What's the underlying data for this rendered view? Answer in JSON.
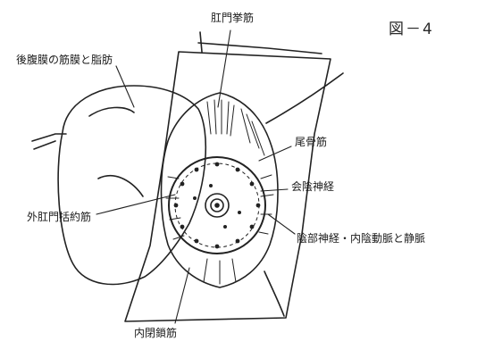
{
  "figure_label": "図－4",
  "labels": {
    "levator_ani": "肛門挙筋",
    "ischiorectal_fat": "後腹膜の筋膜と脂肪",
    "coccygeus": "尾骨筋",
    "perineal_nerve": "会陰神経",
    "external_sphincter": "外肛門括約筋",
    "pudendal_vessels": "陰部神経・内陰動脈と静脈",
    "obturator_internus": "内閉鎖筋"
  }
}
